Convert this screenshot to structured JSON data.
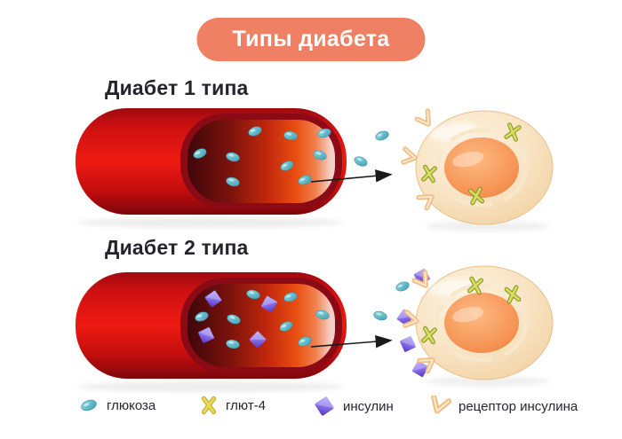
{
  "banner": {
    "label": "Типы диабета",
    "bg_color": "#F08063",
    "text_color": "#FFFFFF"
  },
  "sections": [
    {
      "title": "Диабет 1 типа"
    },
    {
      "title": "Диабет 2 типа"
    }
  ],
  "legend": {
    "items": [
      {
        "name": "glucose",
        "label": "глюкоза",
        "color": "#57B6C6"
      },
      {
        "name": "glut4",
        "label": "глют-4",
        "color": "#E3D44C"
      },
      {
        "name": "insulin",
        "label": "инсулин",
        "color": "#6F55DB"
      },
      {
        "name": "insulin-receptor",
        "label": "рецептор инсулина",
        "color": "#F2C38C"
      }
    ]
  },
  "colors": {
    "background": "#FFFFFF",
    "banner_bg": "#F08063",
    "heading_text": "#25242C",
    "vessel_red": "#E8150F",
    "vessel_rim_dark": "#8A0A15",
    "vessel_interior_dark": "#3E060A",
    "vessel_interior_light": "#F6CFC6",
    "glucose_teal": "#57B6C6",
    "insulin_purple": "#6F55DB",
    "glut4_green": "#C9D356",
    "receptor_peach": "#F2C38C",
    "cell_fill": "#F6DDB9",
    "nucleus_orange": "#F79C5E",
    "arrow_black": "#1A1A1A"
  }
}
